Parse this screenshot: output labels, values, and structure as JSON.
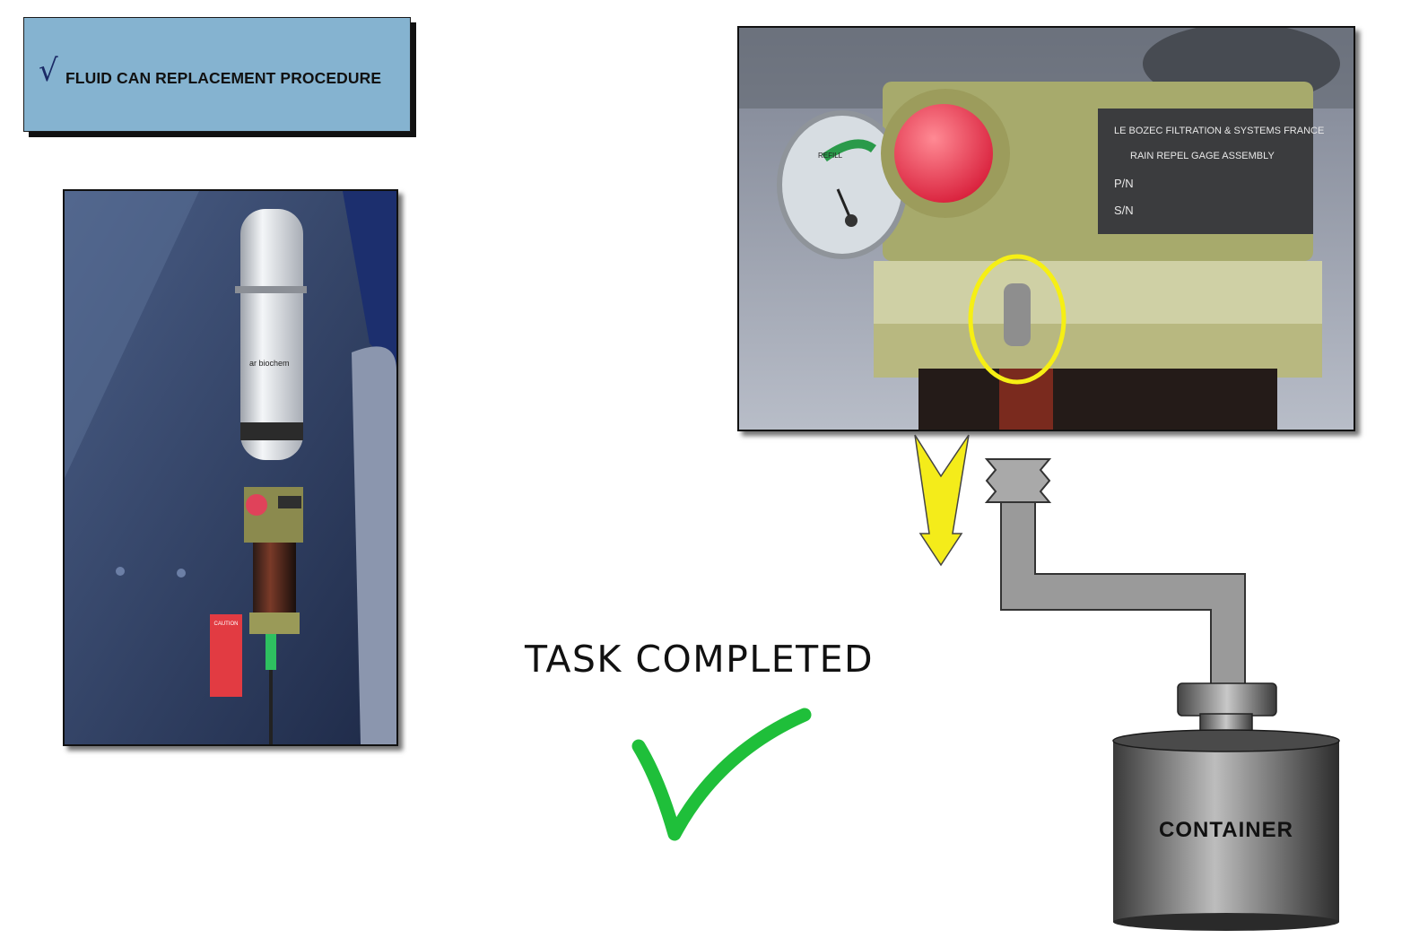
{
  "header": {
    "title": "FLUID CAN REPLACEMENT PROCEDURE",
    "check_icon": "checkmark-icon"
  },
  "photos": {
    "left": {
      "caution_title": "CAUTION",
      "can_label": "ar biochem"
    },
    "right": {
      "plate_lines": [
        "LE BOZEC FILTRATION & SYSTEMS FRANCE",
        "RAIN REPEL GAGE ASSEMBLY"
      ],
      "plate_pn": "P/N",
      "plate_sn": "S/N",
      "gauge_label": "REFILL"
    }
  },
  "status": {
    "text": "TASK COMPLETED",
    "icon": "checkmark-icon",
    "color": "#1fbf3a"
  },
  "diagram": {
    "container_label": "CONTAINER",
    "arrow_color": "#f4ec1a",
    "hose_color": "#9a9a9a"
  }
}
